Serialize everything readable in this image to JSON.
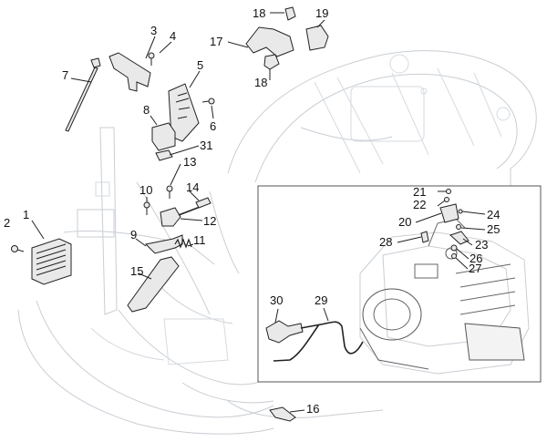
{
  "callouts": [
    {
      "id": "c1",
      "label": "1"
    },
    {
      "id": "c2",
      "label": "2"
    },
    {
      "id": "c3",
      "label": "3"
    },
    {
      "id": "c4",
      "label": "4"
    },
    {
      "id": "c5",
      "label": "5"
    },
    {
      "id": "c6",
      "label": "6"
    },
    {
      "id": "c7",
      "label": "7"
    },
    {
      "id": "c8",
      "label": "8"
    },
    {
      "id": "c9",
      "label": "9"
    },
    {
      "id": "c10",
      "label": "10"
    },
    {
      "id": "c11",
      "label": "11"
    },
    {
      "id": "c12",
      "label": "12"
    },
    {
      "id": "c13",
      "label": "13"
    },
    {
      "id": "c14",
      "label": "14"
    },
    {
      "id": "c15",
      "label": "15"
    },
    {
      "id": "c16",
      "label": "16"
    },
    {
      "id": "c17",
      "label": "17"
    },
    {
      "id": "c18a",
      "label": "18"
    },
    {
      "id": "c18b",
      "label": "18"
    },
    {
      "id": "c19",
      "label": "19"
    },
    {
      "id": "c20",
      "label": "20"
    },
    {
      "id": "c21",
      "label": "21"
    },
    {
      "id": "c22",
      "label": "22"
    },
    {
      "id": "c23",
      "label": "23"
    },
    {
      "id": "c24",
      "label": "24"
    },
    {
      "id": "c25",
      "label": "25"
    },
    {
      "id": "c26",
      "label": "26"
    },
    {
      "id": "c27",
      "label": "27"
    },
    {
      "id": "c28",
      "label": "28"
    },
    {
      "id": "c29",
      "label": "29"
    },
    {
      "id": "c30",
      "label": "30"
    },
    {
      "id": "c31",
      "label": "31"
    }
  ],
  "colors": {
    "ghost_outline": "#c9ced3",
    "part_outline": "#222222",
    "part_fill": "#e9e9e9",
    "background": "#ffffff"
  }
}
